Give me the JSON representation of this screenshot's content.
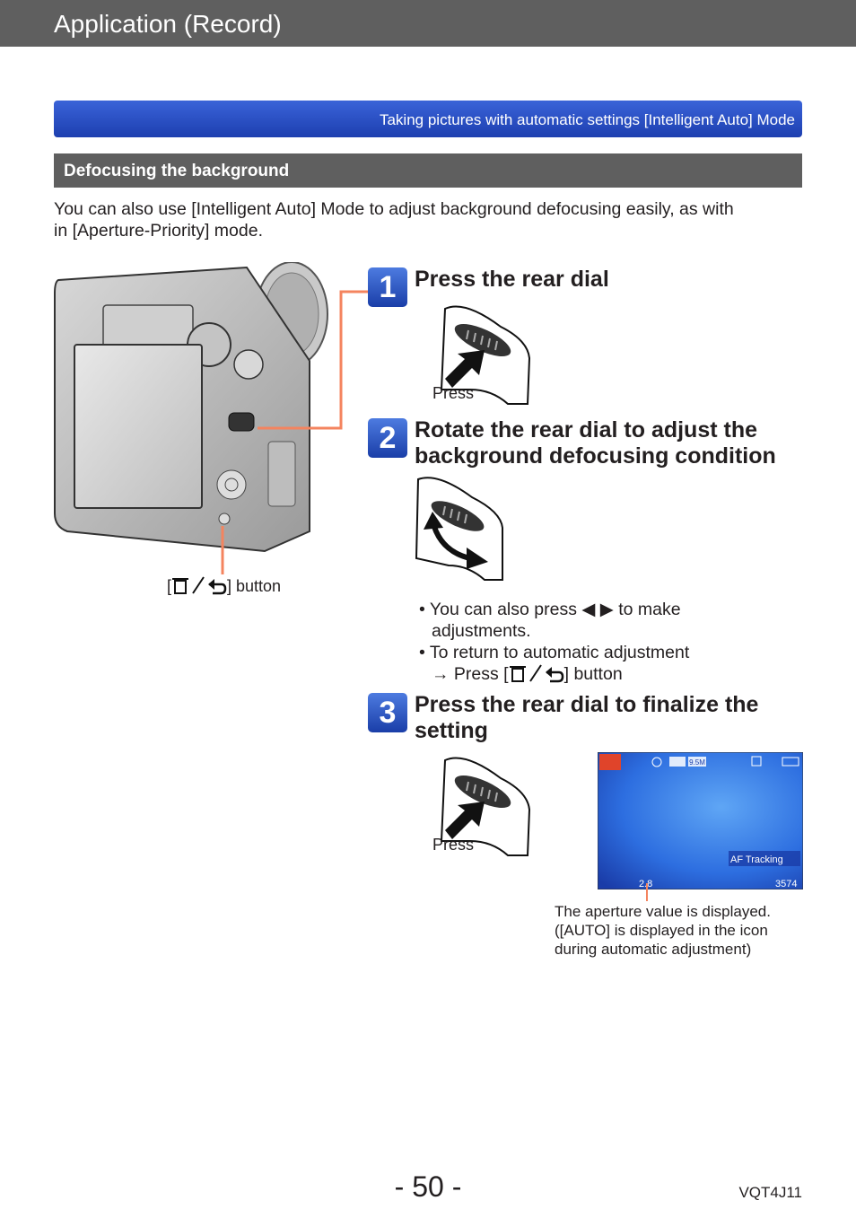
{
  "header": {
    "title": "Application (Record)"
  },
  "breadcrumb": {
    "text": "Taking pictures with automatic settings  [Intelligent Auto] Mode"
  },
  "section": {
    "title": "Defocusing the background"
  },
  "intro": {
    "line1": "You can also use [Intelligent Auto] Mode to adjust background defocusing easily, as with",
    "line2": "in [Aperture-Priority] mode."
  },
  "camera": {
    "button_label": "] button",
    "bracket_open": "["
  },
  "steps": [
    {
      "number": "1",
      "title": "Press the rear dial",
      "press_label": "Press"
    },
    {
      "number": "2",
      "title_line1": "Rotate the rear dial to adjust the",
      "title_line2": "background defocusing condition"
    },
    {
      "number": "3",
      "title_line1": "Press the rear dial to finalize the",
      "title_line2": "setting",
      "press_label": "Press"
    }
  ],
  "notes": {
    "bullet1_a": "• You can also press",
    "bullet1_b": "to make",
    "bullet1_c": "adjustments.",
    "bullet2_a": "• To return to automatic adjustment",
    "bullet2_b": "→ Press [",
    "bullet2_c": "] button"
  },
  "screen": {
    "res": "9.5M",
    "af": "AF Tracking",
    "count": "3574",
    "aperture": "2.8",
    "caption_line1": "The aperture value is displayed.",
    "caption_line2": "([AUTO] is displayed in the icon",
    "caption_line3": "during automatic adjustment)"
  },
  "footer": {
    "page": "- 50 -",
    "code": "VQT4J11"
  },
  "colors": {
    "accent_blue": "#1d3fb0",
    "gray_bar": "#5f5f5f",
    "callout": "#f4845f"
  }
}
